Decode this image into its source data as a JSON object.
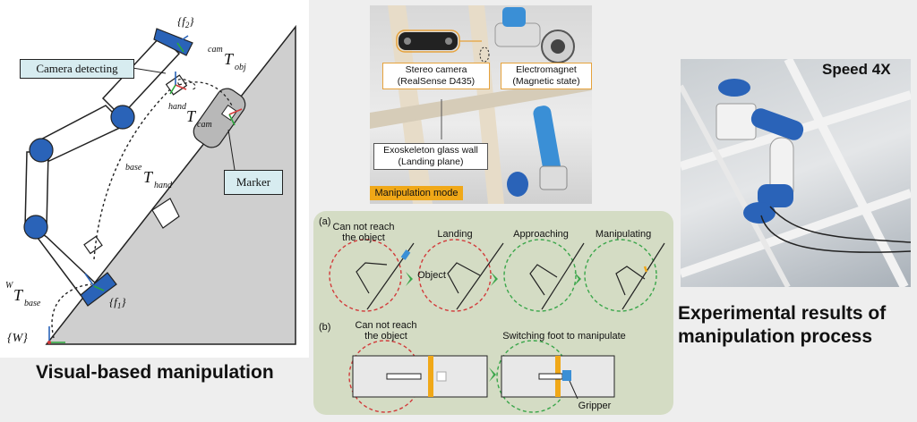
{
  "left_diagram": {
    "caption": "Visual-based manipulation",
    "camera_label": "Camera detecting",
    "marker_label": "Marker",
    "frame_f2": "{f",
    "frame_f2_sub": "2",
    "frame_f1": "{f",
    "frame_f1_sub": "1",
    "frame_w": "{W}",
    "t_cam_obj_sup": "cam",
    "t_cam_obj_main": "T",
    "t_cam_obj_sub": "obj",
    "t_hand_cam_sup": "hand",
    "t_hand_cam_main": "T",
    "t_hand_cam_sub": "cam",
    "t_base_hand_sup": "base",
    "t_base_hand_main": "T",
    "t_base_hand_sub": "hand",
    "t_w_base_sup": "W",
    "t_w_base_main": "T",
    "t_w_base_sub": "base"
  },
  "top_photo": {
    "stereo_label_1": "Stereo camera",
    "stereo_label_2": "(RealSense D435)",
    "magnet_label_1": "Electromagnet",
    "magnet_label_2": "(Magnetic state)",
    "wall_label_1": "Exoskeleton glass wall",
    "wall_label_2": "(Landing plane)",
    "mode_label": "Manipulation mode"
  },
  "sequence": {
    "row_a_tag": "(a)",
    "row_b_tag": "(b)",
    "a_step1_1": "Can not reach",
    "a_step1_2": "the object",
    "a_step2": "Landing",
    "a_step3": "Approaching",
    "a_step4": "Manipulating",
    "object_label": "Object",
    "b_step1_1": "Can not reach",
    "b_step1_2": "the object",
    "b_step2": "Switching foot to manipulate",
    "gripper_label": "Gripper"
  },
  "right_photo": {
    "speed_label": "Speed 4X",
    "caption_1": "Experimental results of",
    "caption_2": "manipulation process"
  },
  "colors": {
    "robot_blue": "#2a63b8",
    "marker_green": "#2aa63a",
    "wall_orange": "#f0a818",
    "dashed_red": "#d23a3a",
    "dashed_green": "#3aa64a",
    "box_fill": "#d7ecf0"
  }
}
